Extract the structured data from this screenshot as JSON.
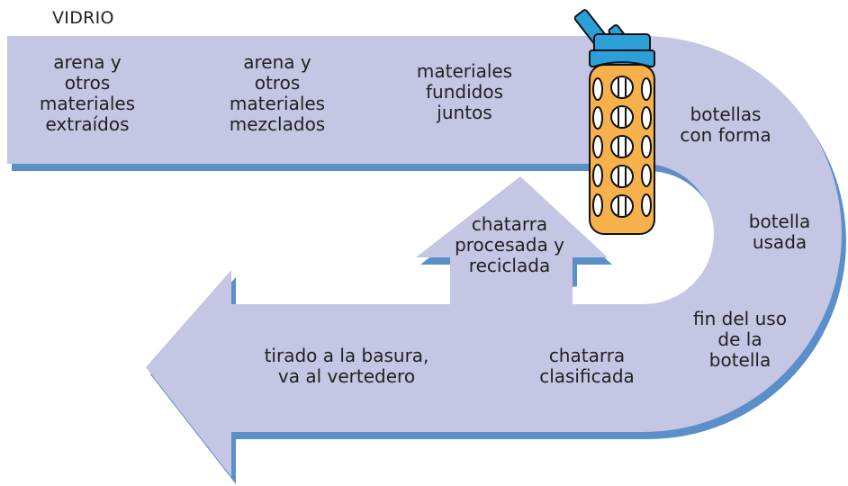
{
  "title": "VIDRIO",
  "stages": {
    "extracted": "arena y\notros\nmateriales\nextraídos",
    "mixed": "arena y\notros\nmateriales\nmezclados",
    "melted": "materiales\nfundidos\njuntos",
    "shaped": "botellas\ncon forma",
    "used": "botella\nusada",
    "end_of_use": "fin del uso\nde la botella",
    "sorted": "chatarra\nclasificada",
    "recycled": "chatarra\nprocesada y\nreciclada",
    "landfill": "tirado a la basura,\nva al vertedero"
  },
  "colors": {
    "arrow_fill": "#c5c5e4",
    "arrow_shadow": "#5b8fc9",
    "bottle_body": "#f6b04c",
    "bottle_cap": "#2d9fd8",
    "text": "#231f20"
  },
  "icons": [
    "water-bottle-icon"
  ]
}
